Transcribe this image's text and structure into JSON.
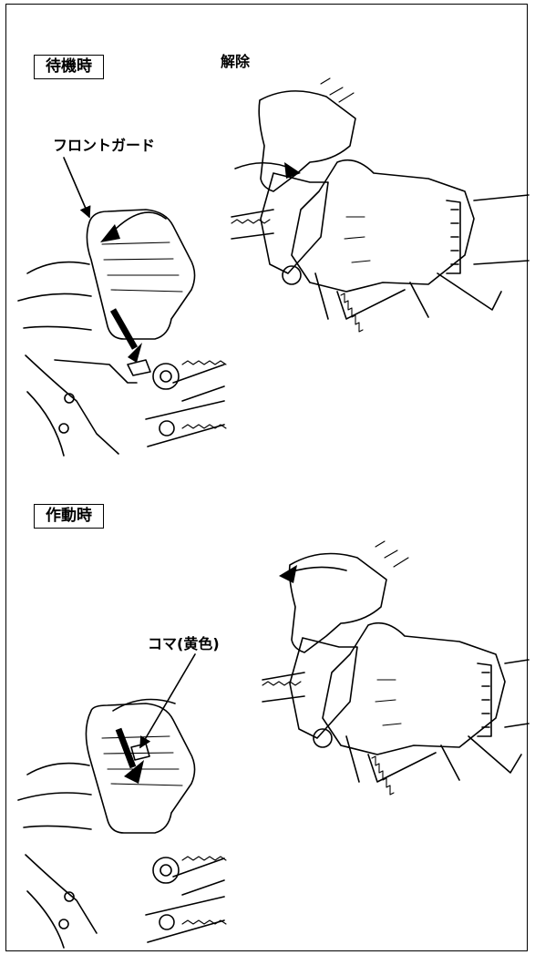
{
  "sections": {
    "standby": {
      "label": "待機時"
    },
    "release": {
      "label": "解除"
    },
    "active": {
      "label": "作動時"
    }
  },
  "callouts": {
    "front_guard": "フロントガード",
    "stopper_piece": "コマ(黄色)"
  }
}
